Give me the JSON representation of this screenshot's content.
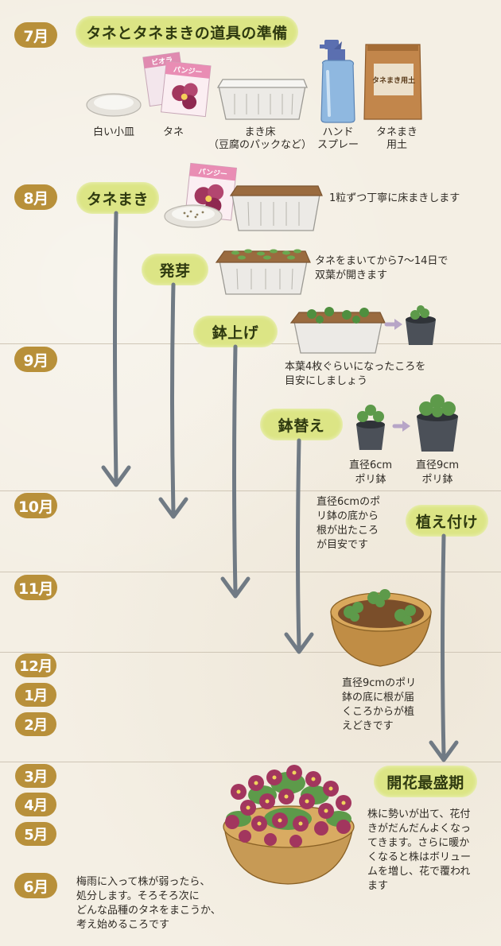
{
  "months": [
    "7月",
    "8月",
    "9月",
    "10月",
    "11月",
    "12月",
    "1月",
    "2月",
    "3月",
    "4月",
    "5月",
    "6月"
  ],
  "steps": {
    "prep": "タネとタネまきの道具の準備",
    "sowing": "タネまき",
    "germination": "発芽",
    "potting": "鉢上げ",
    "repotting": "鉢替え",
    "planting": "植え付け",
    "bloom": "開花最盛期"
  },
  "tools": {
    "dish": "白い小皿",
    "seed": "タネ",
    "tray_line1": "まき床",
    "tray_line2": "（豆腐のパックなど）",
    "spray_line1": "ハンド",
    "spray_line2": "スプレー",
    "soil_line1": "タネまき",
    "soil_line2": "用土"
  },
  "packet": {
    "top": "ビオラ",
    "main": "パンジー",
    "main2": "パンジー"
  },
  "soil_bag_text": "タネまき用土",
  "notes": {
    "sowing": "1粒ずつ丁寧に床まきします",
    "germination_line1": "タネをまいてから7〜14日で",
    "germination_line2": "双葉が開きます",
    "potting_line1": "本葉4枚ぐらいになったころを",
    "potting_line2": "目安にしましょう",
    "pot6_line1": "直径6cm",
    "pot6_line2": "ポリ鉢",
    "pot9_line1": "直径9cm",
    "pot9_line2": "ポリ鉢",
    "repot_line1": "直径6cmのポ",
    "repot_line2": "リ鉢の底から",
    "repot_line3": "根が出たころ",
    "repot_line4": "が目安です",
    "plant_line1": "直径9cmのポリ",
    "plant_line2": "鉢の底に根が届",
    "plant_line3": "くころからが植",
    "plant_line4": "えどきです",
    "bloom_line1": "株に勢いが出て、花付",
    "bloom_line2": "きがだんだんよくなっ",
    "bloom_line3": "てきます。さらに暖か",
    "bloom_line4": "くなると株はボリュー",
    "bloom_line5": "ムを増し、花で覆われ",
    "bloom_line6": "ます",
    "june_line1": "梅雨に入って株が弱ったら、",
    "june_line2": "処分します。そろそろ次に",
    "june_line3": "どんな品種のタネをまこうか、",
    "june_line4": "考え始めるころです"
  },
  "colors": {
    "month_badge": "#b8903a",
    "step_pill": "#dce585",
    "arrow": "#707a84",
    "leaf": "#5d9a4a",
    "flower": "#a2365e",
    "pot_brown": "#b8863c",
    "poly_pot": "#4b5058"
  }
}
